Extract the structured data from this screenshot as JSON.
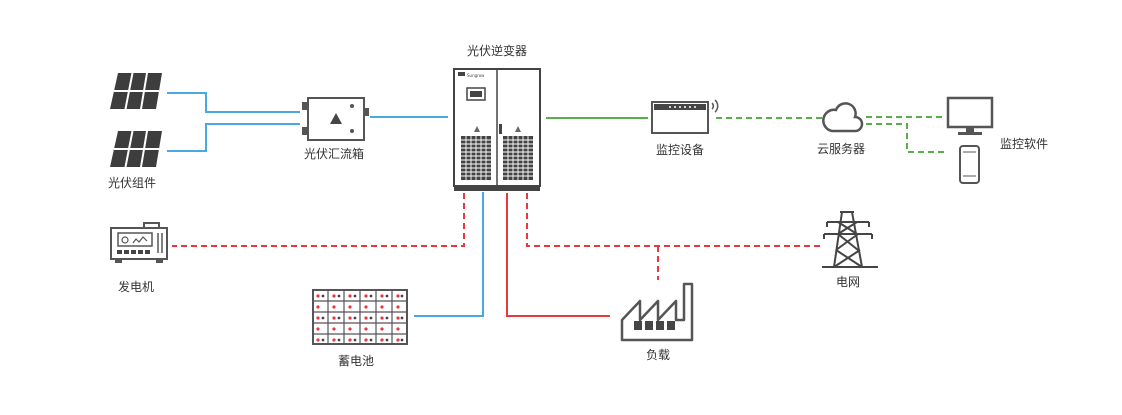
{
  "labels": {
    "inverter": "光伏逆变器",
    "pv_modules": "光伏组件",
    "combiner_box": "光伏汇流箱",
    "monitor_device": "监控设备",
    "cloud_server": "云服务器",
    "monitor_software": "监控软件",
    "generator": "发电机",
    "grid": "电网",
    "battery": "蓄电池",
    "load": "负载"
  },
  "colors": {
    "dc_line": "#4aa8e0",
    "ac_line": "#e8383d",
    "comm_line": "#55b04a",
    "icon_fill": "#454545",
    "icon_stroke": "#555555"
  }
}
